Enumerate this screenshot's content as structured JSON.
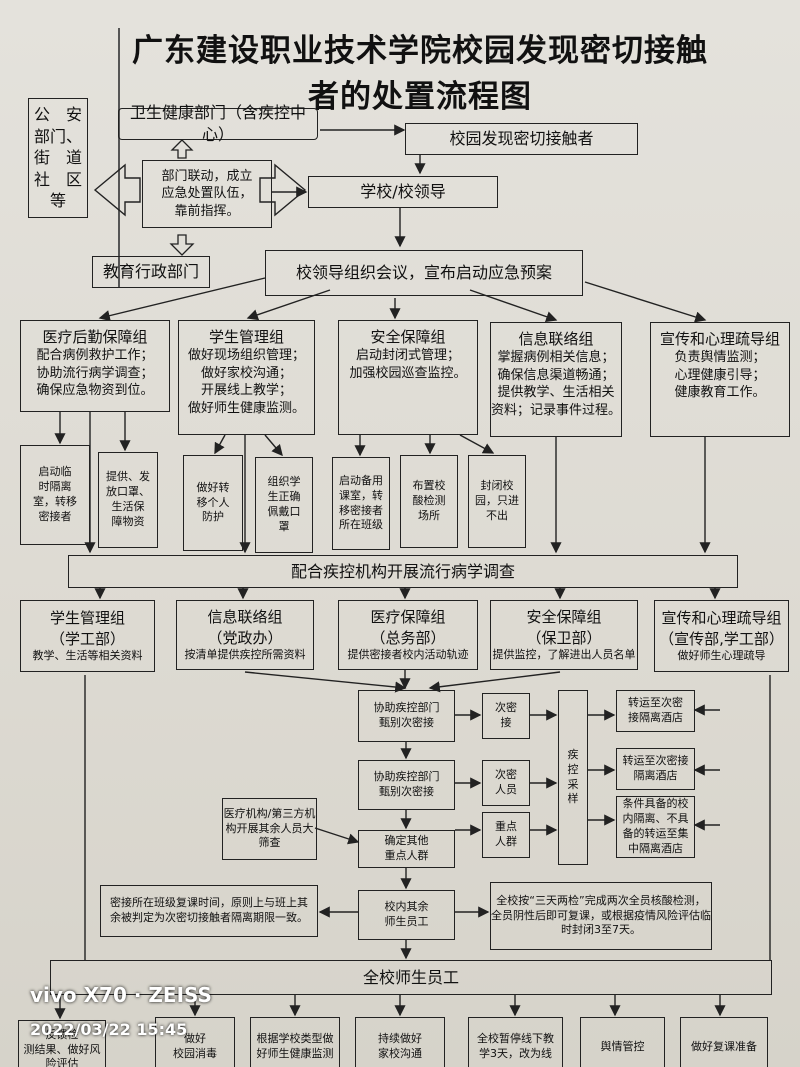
{
  "title": "广东建设职业技术学院校园发现密切接触者的处置流程图",
  "top": {
    "police": "公　安\n部门、\n街　道\n社　区\n等",
    "health_dept": "卫生健康部门（含疾控中心）",
    "discover": "校园发现密切接触者",
    "linkage": "部门联动，成立\n应急处置队伍，\n靠前指挥。",
    "school_leader": "学校/校领导",
    "edu_dept": "教育行政部门",
    "meeting": "校领导组织会议，宣布启动应急预案"
  },
  "groups": [
    {
      "name": "医疗后勤保障组",
      "text": "配合病例救护工作；\n协助流行病学调查；\n确保应急物资到位。"
    },
    {
      "name": "学生管理组",
      "text": "做好现场组织管理；\n做好家校沟通；\n开展线上教学；\n做好师生健康监测。"
    },
    {
      "name": "安全保障组",
      "text": "启动封闭式管理；\n加强校园巡查监控。"
    },
    {
      "name": "信息联络组",
      "text": "掌握病例相关信息；\n确保信息渠道畅通；\n提供教学、生活相关\n资料；记录事件过程。"
    },
    {
      "name": "宣传和心理疏导组",
      "text": "负责舆情监测；\n心理健康引导；\n健康教育工作。"
    }
  ],
  "subtasks": [
    "启动临\n时隔离\n室，转移\n密接者",
    "提供、发\n放口罩、\n生活保\n障物资",
    "做好转\n移个人\n防护",
    "组织学\n生正确\n佩戴口\n罩",
    "启动备用\n课室，转\n移密接者\n所在班级",
    "布置校\n酸检测\n场所",
    "封闭校\n园，只进\n不出"
  ],
  "epi_bar": "配合疾控机构开展流行病学调查",
  "row2": [
    {
      "name": "学生管理组\n（学工部）",
      "text": "教学、生活等相关资料"
    },
    {
      "name": "信息联络组\n（党政办）",
      "text": "按清单提供疾控所需资料"
    },
    {
      "name": "医疗保障组\n（总务部）",
      "text": "提供密接者校内活动轨迹"
    },
    {
      "name": "安全保障组\n（保卫部）",
      "text": "提供监控，了解进出人员名单"
    },
    {
      "name": "宣传和心理疏导组\n（宣传部,学工部）",
      "text": "做好师生心理疏导"
    }
  ],
  "flow": {
    "assist1": "协助疾控部门\n甄别次密接",
    "sub_close": "次密\n接",
    "assist2": "协助疾控部门\n甄别次密接",
    "sub_person": "次密\n人员",
    "third_party": "医疗机构/第三方机\n构开展其余人员大\n筛查",
    "other_key": "确定其他\n重点人群",
    "key_group": "重点\n人群",
    "sampling": "疾\n控\n采\n样",
    "transfer1": "转运至次密\n接隔离酒店",
    "transfer2": "转运至次密接\n隔离酒店",
    "transfer3": "条件具备的校\n内隔离、不具\n备的转运至集\n中隔离酒店",
    "rest_staff": "校内其余\n师生员工",
    "class_rule": "密接所在班级复课时间，原则上与班上其\n余被判定为次密切接触者隔离期限一致。",
    "testing": "全校按“三天两检”完成两次全员核酸检测，\n全员阴性后即可复课，或根据疫情风险评估临\n时封闭3至7天。",
    "all_staff": "全校师生员工"
  },
  "bottom": [
    "反馈检\n测结果、做好风\n险评估",
    "做好\n校园消毒",
    "根据学校类型做\n好师生健康监测",
    "持续做好\n家校沟通",
    "全校暂停线下教\n学3天，改为线",
    "舆情管控",
    "做好复课准备"
  ],
  "photo": {
    "brand": "vivo X70 · ZEISS",
    "datetime": "2022/03/22 15:45"
  }
}
